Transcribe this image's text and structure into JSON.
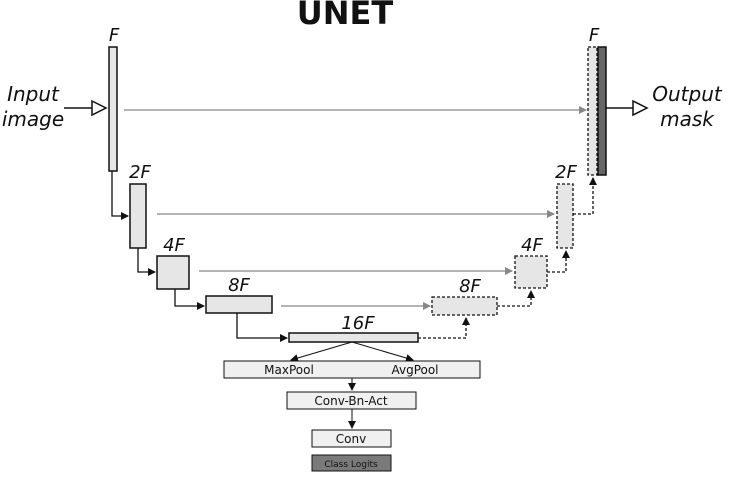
{
  "title": "UNET",
  "input_label": [
    "Input",
    "image"
  ],
  "output_label": [
    "Output",
    "mask"
  ],
  "encoder_labels": [
    "F",
    "2F",
    "4F",
    "8F",
    "16F"
  ],
  "decoder_labels": [
    "F",
    "2F",
    "4F",
    "8F"
  ],
  "head": {
    "pool_left": "MaxPool",
    "pool_right": "AvgPool",
    "conv_bn_act": "Conv-Bn-Act",
    "conv": "Conv",
    "logits": "Class Logits"
  },
  "colors": {
    "block_fill": "#e6e6e6",
    "output_fill": "#666666",
    "logits_fill": "#7a7a7a",
    "skip_line": "#888888"
  }
}
